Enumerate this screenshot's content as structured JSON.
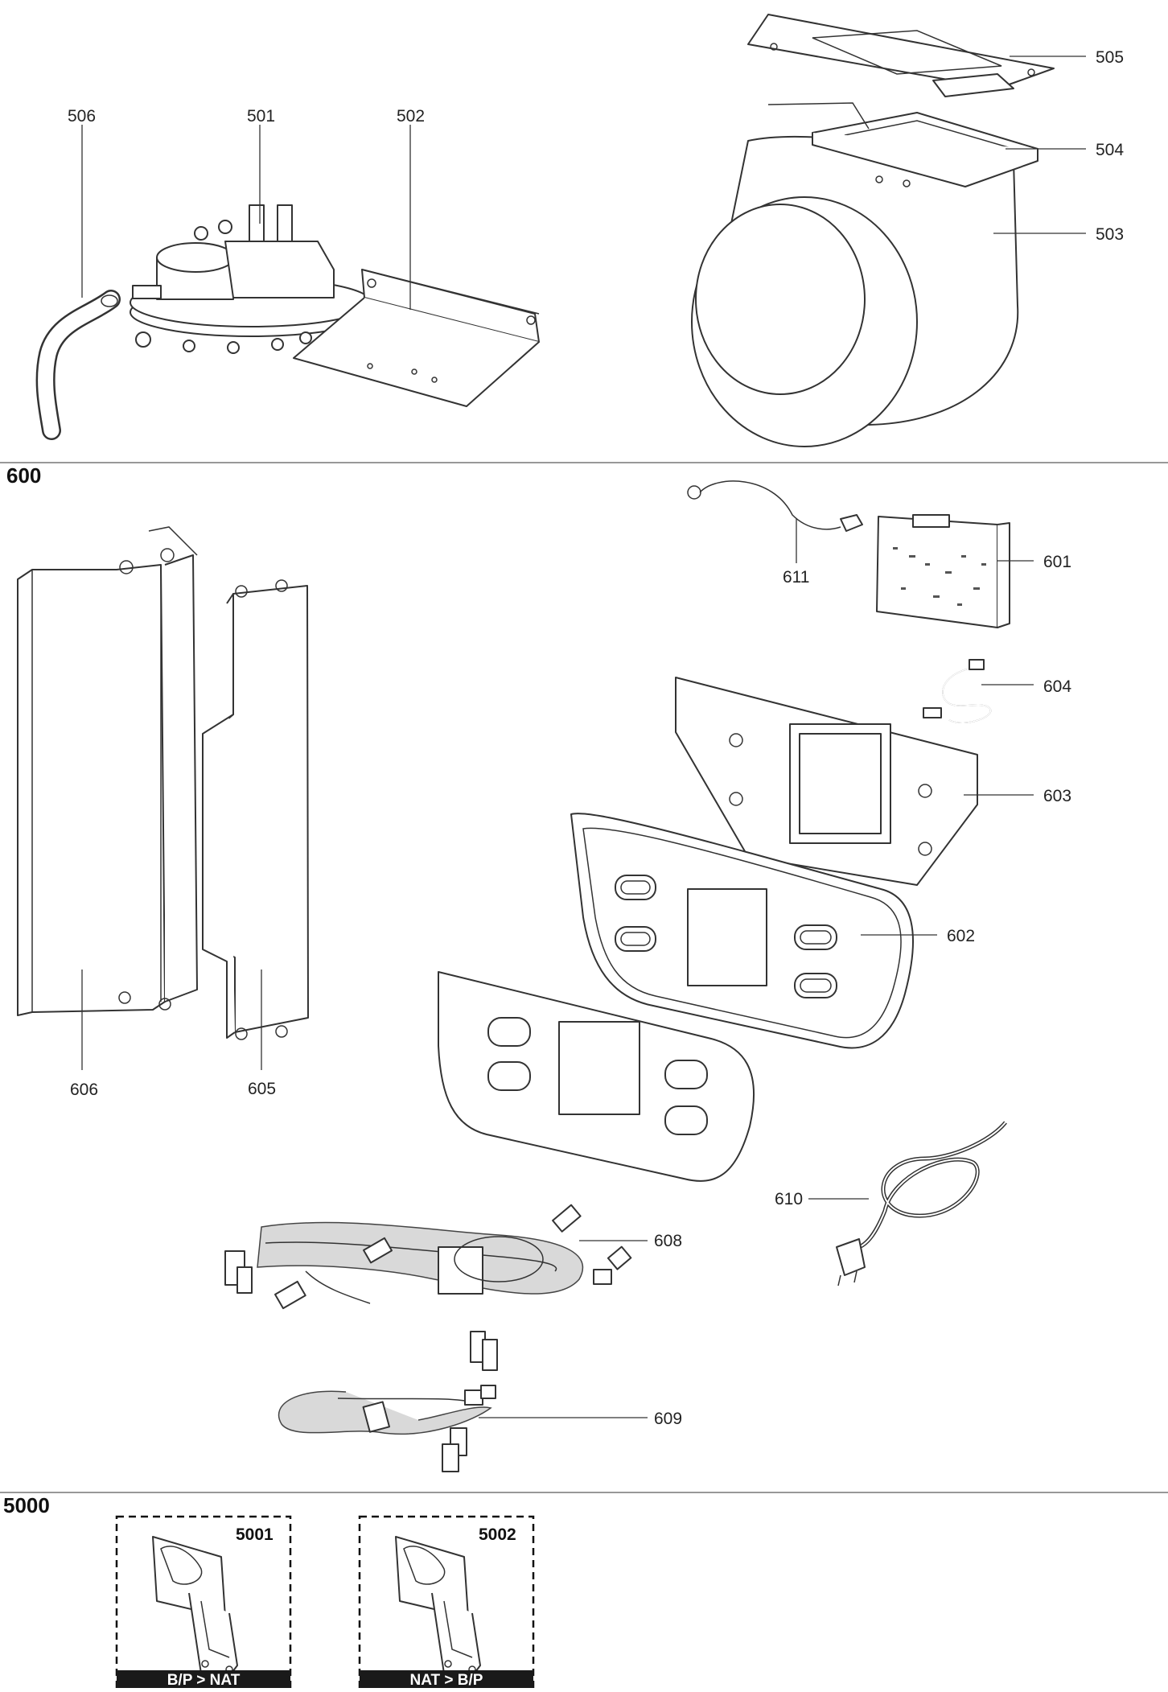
{
  "sections": {
    "s600": "600",
    "s5000": "5000"
  },
  "callouts": {
    "c501": "501",
    "c502": "502",
    "c503": "503",
    "c504": "504",
    "c505": "505",
    "c506": "506",
    "c601": "601",
    "c602": "602",
    "c603": "603",
    "c604": "604",
    "c605": "605",
    "c606": "606",
    "c608": "608",
    "c609": "609",
    "c610": "610",
    "c611": "611"
  },
  "kits": [
    {
      "number": "5001",
      "label": "B/P > NAT"
    },
    {
      "number": "5002",
      "label": "NAT > B/P"
    }
  ],
  "colors": {
    "line": "#333333",
    "cable_fill": "#d9d9d9",
    "kit_label_bar": "#1a1a1a"
  }
}
